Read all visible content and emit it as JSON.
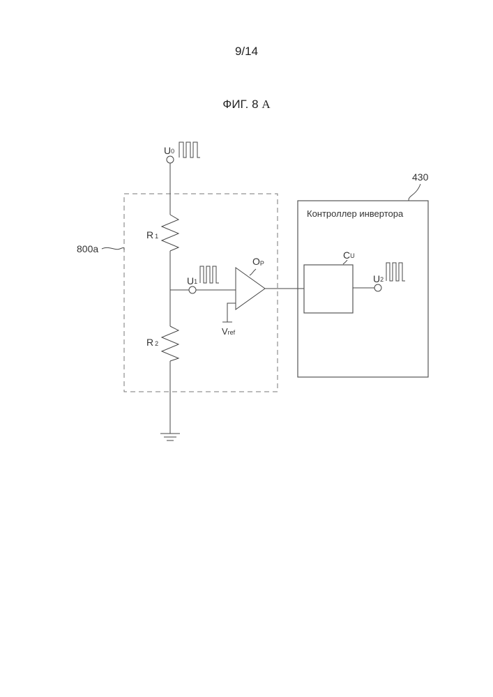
{
  "page": {
    "number": "9/14",
    "figure_label": "ФИГ. 8",
    "figure_letter": "A"
  },
  "diagram": {
    "sensing_block_label": "800a",
    "controller_ref": "430",
    "controller_title": "Контроллер инвертора",
    "nodes": {
      "u0": {
        "main": "U",
        "sub": "0"
      },
      "u1": {
        "main": "U",
        "sub": "1"
      },
      "u2": {
        "main": "U",
        "sub": "2"
      },
      "r1": {
        "main": "R",
        "sub": "1"
      },
      "r2": {
        "main": "R",
        "sub": "2"
      },
      "op": {
        "main": "O",
        "sub": "P"
      },
      "cu": {
        "main": "C",
        "sub": "U"
      },
      "vref": {
        "main": "V",
        "sub": "ref"
      }
    },
    "components": [
      "voltage divider R1/R2",
      "comparator Op",
      "controller unit Cu",
      "ground"
    ],
    "signal_waveform": "square-pulse"
  }
}
